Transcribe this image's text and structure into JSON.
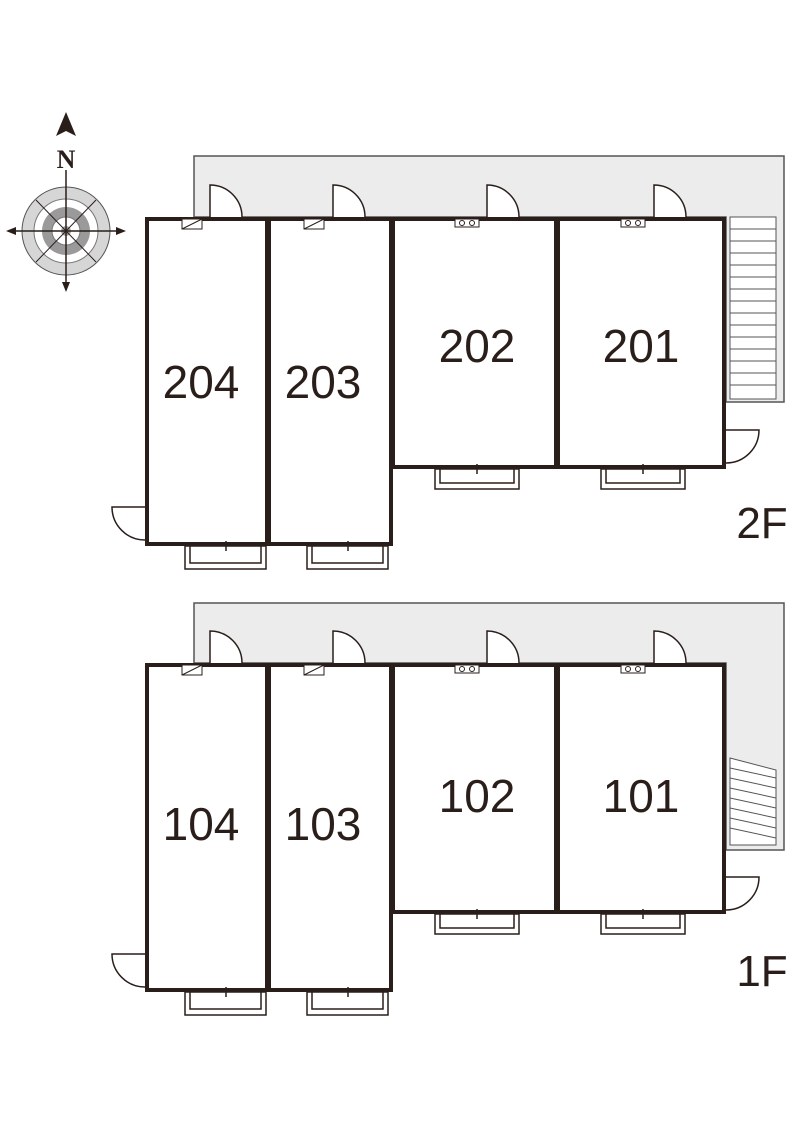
{
  "compass": {
    "north_label": "N",
    "icon": "compass-rose-icon"
  },
  "colors": {
    "wall": "#2a1e1b",
    "corridor_fill": "#ececec",
    "corridor_stroke": "#555555",
    "background": "#ffffff"
  },
  "floors": [
    {
      "label": "2F",
      "units": [
        {
          "number": "204"
        },
        {
          "number": "203"
        },
        {
          "number": "202"
        },
        {
          "number": "201"
        }
      ]
    },
    {
      "label": "1F",
      "units": [
        {
          "number": "104"
        },
        {
          "number": "103"
        },
        {
          "number": "102"
        },
        {
          "number": "101"
        }
      ]
    }
  ]
}
